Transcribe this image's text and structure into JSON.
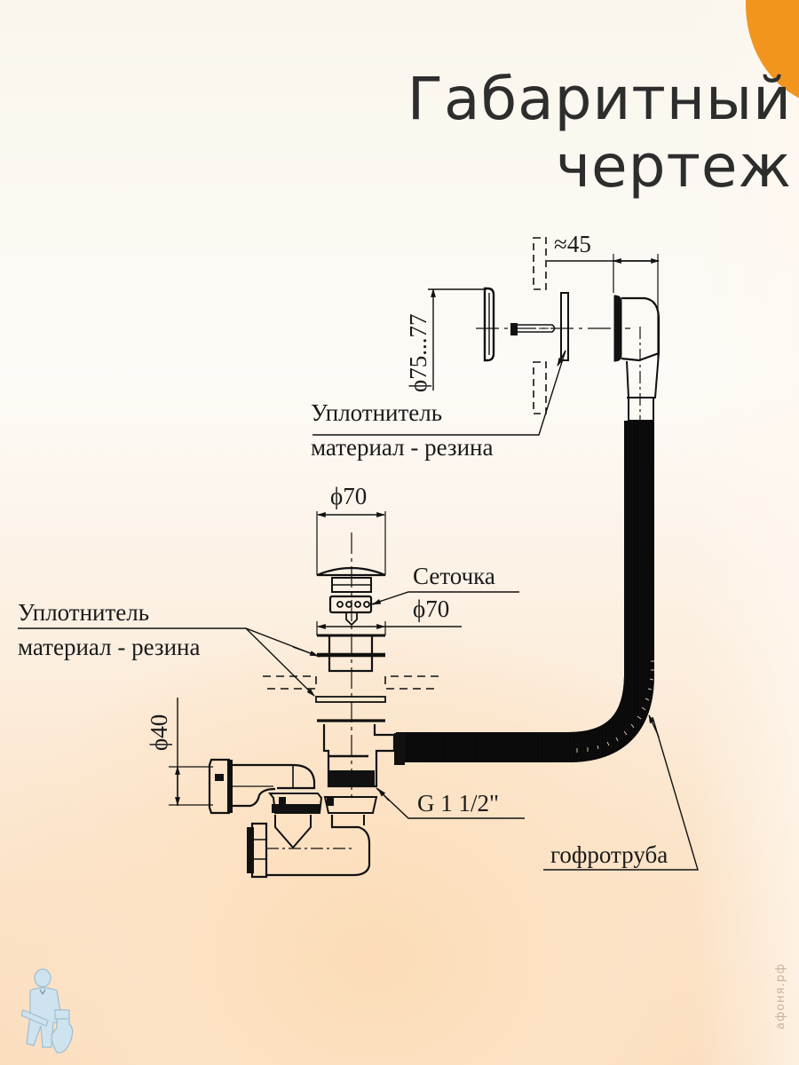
{
  "title": {
    "line1": "Габаритный",
    "line2": "чертеж"
  },
  "colors": {
    "accent": "#f2951f",
    "title_text": "#2d2d2d",
    "drawing_line": "#111111",
    "background_warm": "#fadcbd"
  },
  "dimensions": {
    "overflow_gap": "≈45",
    "overflow_cover_diameter": "ϕ75...77",
    "drain_cap_diameter": "ϕ70",
    "drain_flange_diameter": "ϕ70",
    "outlet_diameter": "ϕ40"
  },
  "callouts": {
    "overflow_seal": {
      "name": "Уплотнитель",
      "material": "материал - резина"
    },
    "drain_seal": {
      "name": "Уплотнитель",
      "material": "материал - резина"
    },
    "strainer": "Сеточка",
    "thread": "G 1 1/2\"",
    "corrugated_pipe": "гофротруба"
  },
  "watermark": "афоня.рф",
  "logo": {
    "icon": "plumber-mascot-icon"
  }
}
